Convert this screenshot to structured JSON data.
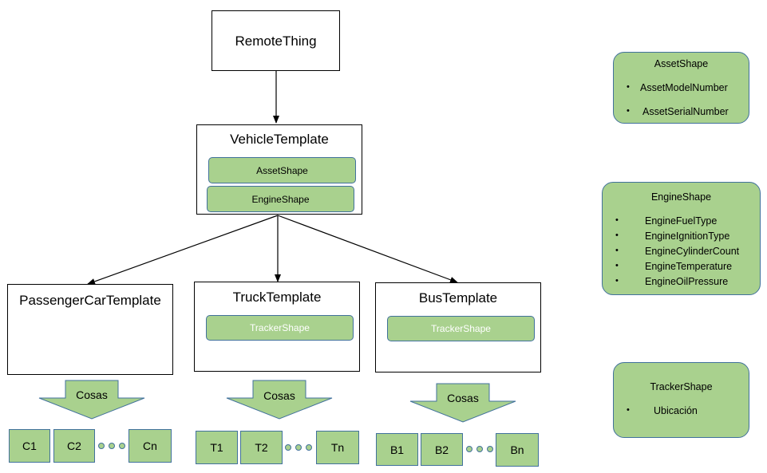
{
  "remote_thing": {
    "label": "RemoteThing"
  },
  "vehicle_template": {
    "label": "VehicleTemplate",
    "shapes": [
      "AssetShape",
      "EngineShape"
    ]
  },
  "passenger_car_template": {
    "label": "PassengerCarTemplate"
  },
  "truck_template": {
    "label": "TruckTemplate",
    "shape": "TrackerShape"
  },
  "bus_template": {
    "label": "BusTemplate",
    "shape": "TrackerShape"
  },
  "groups": {
    "passenger": {
      "arrow_label": "Cosas",
      "items": [
        "C1",
        "C2",
        "Cn"
      ]
    },
    "truck": {
      "arrow_label": "Cosas",
      "items": [
        "T1",
        "T2",
        "Tn"
      ]
    },
    "bus": {
      "arrow_label": "Cosas",
      "items": [
        "B1",
        "B2",
        "Bn"
      ]
    }
  },
  "legend": {
    "asset_shape": {
      "title": "AssetShape",
      "properties": [
        "AssetModelNumber",
        "AssetSerialNumber"
      ]
    },
    "engine_shape": {
      "title": "EngineShape",
      "properties": [
        "EngineFuelType",
        "EngineIgnitionType",
        "EngineCylinderCount",
        "EngineTemperature",
        "EngineOilPressure"
      ]
    },
    "tracker_shape": {
      "title": "TrackerShape",
      "properties": [
        "Ubicación"
      ]
    }
  },
  "colors": {
    "shape_fill": "#a9d18e",
    "shape_border": "#41719c",
    "box_border": "#000000"
  }
}
